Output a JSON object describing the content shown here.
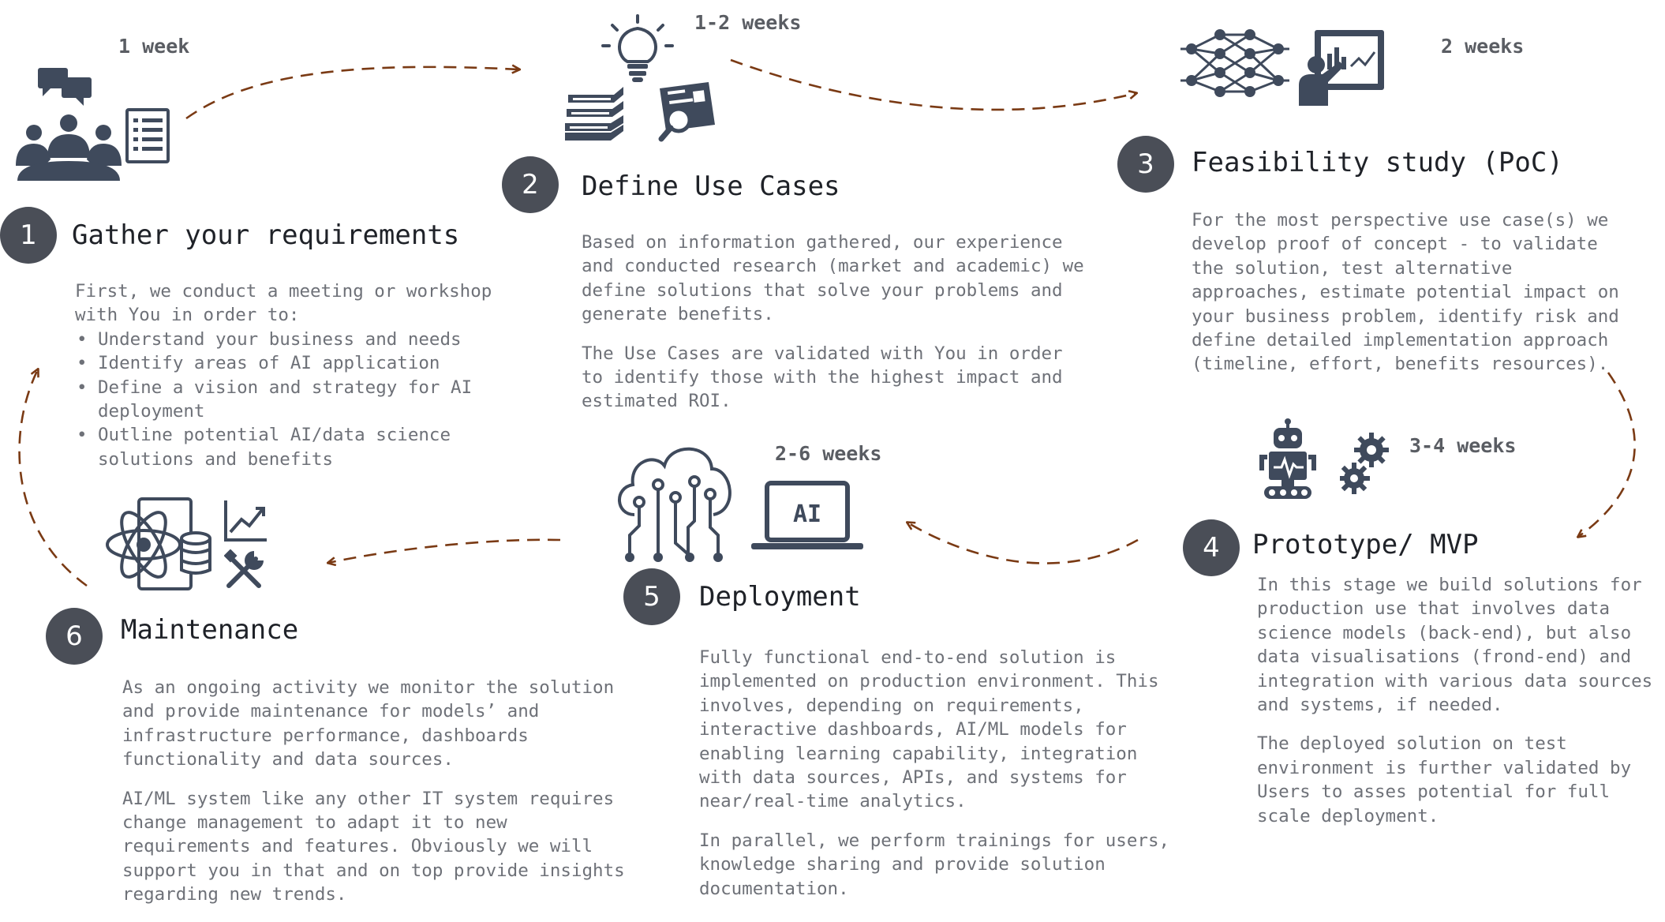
{
  "colors": {
    "icon": "#3f4a5c",
    "badge": "#4a4e57",
    "arrow": "#7a3a14",
    "text": "#6e7178",
    "title": "#1f2228"
  },
  "steps": [
    {
      "number": "1",
      "title": "Gather your requirements",
      "duration": "1 week",
      "intro": "First, we conduct a meeting or workshop with You in order to:",
      "bullets": [
        "Understand your business and needs",
        "Identify areas of AI application",
        "Define a vision and strategy for AI deployment",
        "Outline potential AI/data science solutions and benefits"
      ],
      "icons": [
        "meeting-people-icon",
        "checklist-icon"
      ]
    },
    {
      "number": "2",
      "title": "Define Use Cases",
      "duration": "1-2 weeks",
      "paragraphs": [
        "Based on information gathered, our experience and conducted research (market and academic) we define solutions that solve your problems and generate benefits.",
        "The Use Cases are validated with You in order to identify those with the highest impact and estimated ROI."
      ],
      "icons": [
        "lightbulb-icon",
        "books-icon",
        "document-search-icon"
      ]
    },
    {
      "number": "3",
      "title": "Feasibility study (PoC)",
      "duration": "2 weeks",
      "paragraphs": [
        "For the most perspective use case(s) we develop proof of concept - to validate the solution, test alternative approaches, estimate potential impact on your business problem, identify risk and define detailed implementation approach (timeline, effort, benefits resources)."
      ],
      "icons": [
        "neural-network-icon",
        "presentation-icon"
      ]
    },
    {
      "number": "4",
      "title": "Prototype/ MVP",
      "duration": "3-4 weeks",
      "paragraphs": [
        "In this stage we build solutions for production use that involves data science models (back-end), but also data visualisations (frond-end) and integration with various data sources and systems, if needed.",
        "The deployed solution on test environment is further validated by Users to asses potential for full scale deployment."
      ],
      "icons": [
        "robot-icon",
        "gears-icon"
      ]
    },
    {
      "number": "5",
      "title": "Deployment",
      "duration": "2-6 weeks",
      "paragraphs": [
        "Fully functional end-to-end solution is implemented on production environment. This involves, depending on requirements, interactive dashboards, AI/ML models for enabling learning capability, integration with data sources, APIs, and systems for near/real-time analytics.",
        "In parallel, we perform trainings for users, knowledge sharing and provide solution documentation."
      ],
      "icon_label": "AI",
      "icons": [
        "cloud-circuit-icon",
        "laptop-ai-icon"
      ]
    },
    {
      "number": "6",
      "title": "Maintenance",
      "paragraphs": [
        "As an ongoing activity we monitor the solution and provide maintenance for models’ and infrastructure performance, dashboards functionality and data sources.",
        "AI/ML system like any other IT system requires change management to adapt it to new requirements and features. Obviously we will support you in that and on top provide insights regarding new trends."
      ],
      "icons": [
        "science-data-icon",
        "chart-up-icon",
        "tools-icon"
      ]
    }
  ]
}
